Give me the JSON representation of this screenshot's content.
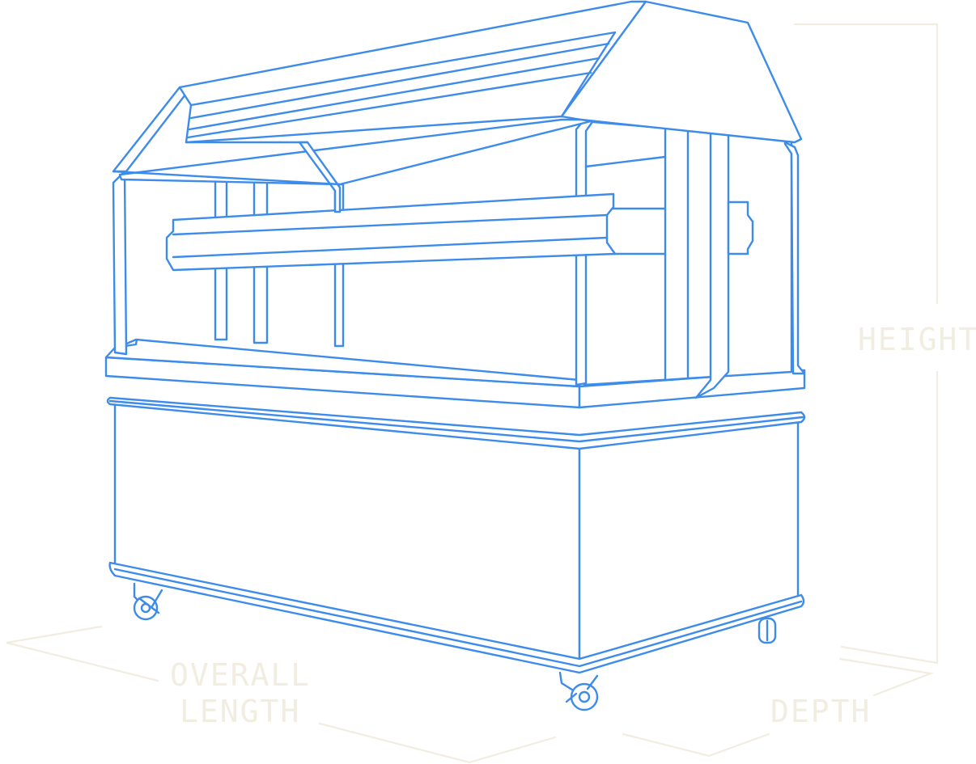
{
  "colors": {
    "outline": "#3d8bea",
    "dimension": "#f1ede0",
    "background": "#ffffff"
  },
  "labels": {
    "height": "HEIGHT",
    "overall_line1": "OVERALL",
    "overall_line2": "LENGTH",
    "depth": "DEPTH"
  }
}
